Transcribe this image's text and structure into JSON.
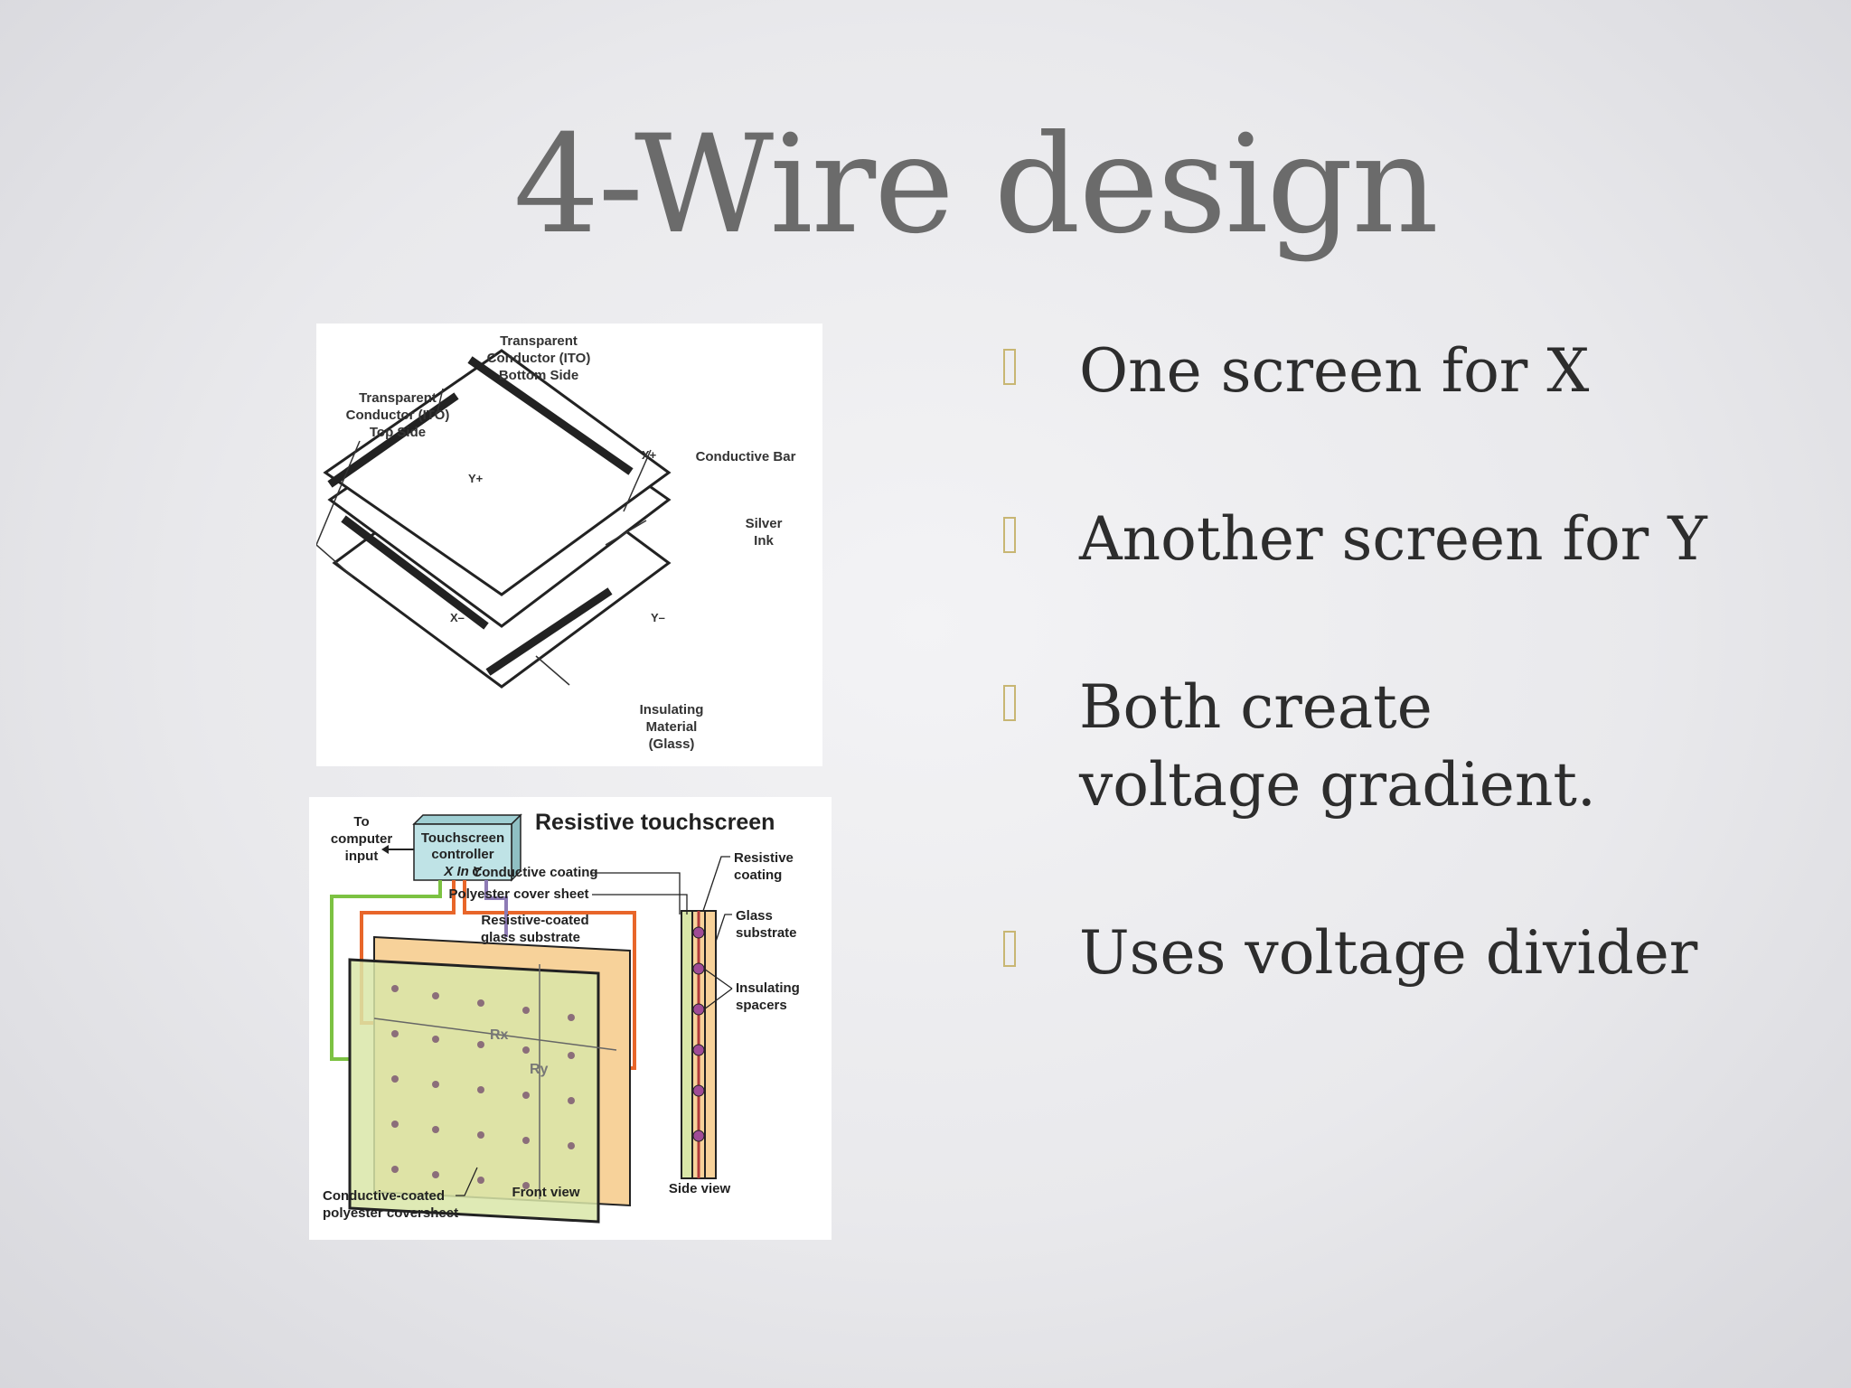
{
  "slide": {
    "title": "4-Wire design",
    "bullets": [
      "One screen for X",
      "Another screen for Y",
      "Both create voltage gradient.",
      "Uses voltage divider"
    ]
  },
  "diagram_top": {
    "label_bottom_side": [
      "Transparent",
      "Conductor (ITO)",
      "Bottom Side"
    ],
    "label_top_side": [
      "Transparent",
      "Conductor (ITO)",
      "Top Side"
    ],
    "conductive_bar": "Conductive Bar",
    "silver_ink": [
      "Silver",
      "Ink"
    ],
    "insulating": [
      "Insulating",
      "Material",
      "(Glass)"
    ],
    "xplus": "X+",
    "yplus": "Y+",
    "xminus": "X–",
    "yminus": "Y–"
  },
  "diagram_bottom": {
    "title": "Resistive touchscreen",
    "to_computer": [
      "To",
      "computer",
      "input"
    ],
    "controller": [
      "Touchscreen",
      "controller",
      "X  In  Y"
    ],
    "conductive_coating": "Conductive coating",
    "polyester_cover": "Polyester cover sheet",
    "resistive_coated": [
      "Resistive-coated",
      "glass substrate"
    ],
    "resistive_coating": [
      "Resistive",
      "coating"
    ],
    "glass_substrate": [
      "Glass",
      "substrate"
    ],
    "insulating_spacers": [
      "Insulating",
      "spacers"
    ],
    "rx": "Rx",
    "ry": "Ry",
    "conductive_coated": [
      "Conductive-coated",
      "polyester coversheet"
    ],
    "front_view": "Front view",
    "side_view": "Side view",
    "colors": {
      "green": "#7cc242",
      "orange": "#e8662a",
      "purple": "#8e7bb5",
      "panel_back": "#f7d29a",
      "panel_front": "#d9e6a8",
      "controller": "#bfe3e6"
    }
  }
}
